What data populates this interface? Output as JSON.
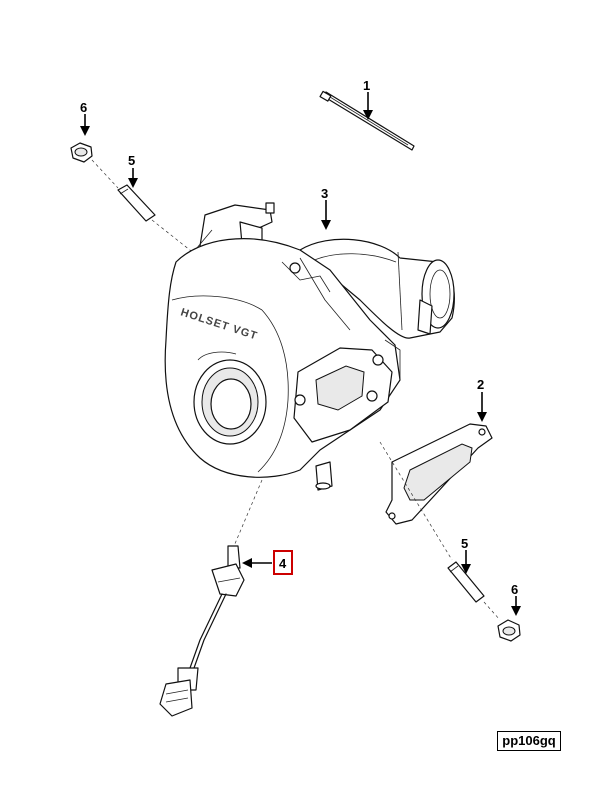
{
  "callouts": {
    "c1": "1",
    "c2": "2",
    "c3": "3",
    "c4": "4",
    "c5a": "5",
    "c5b": "5",
    "c6a": "6",
    "c6b": "6"
  },
  "housing_marking": "HOLSET VGT",
  "diagram_id": "pp106gq",
  "colors": {
    "highlight_box": "#cc0000",
    "ink": "#000000"
  }
}
